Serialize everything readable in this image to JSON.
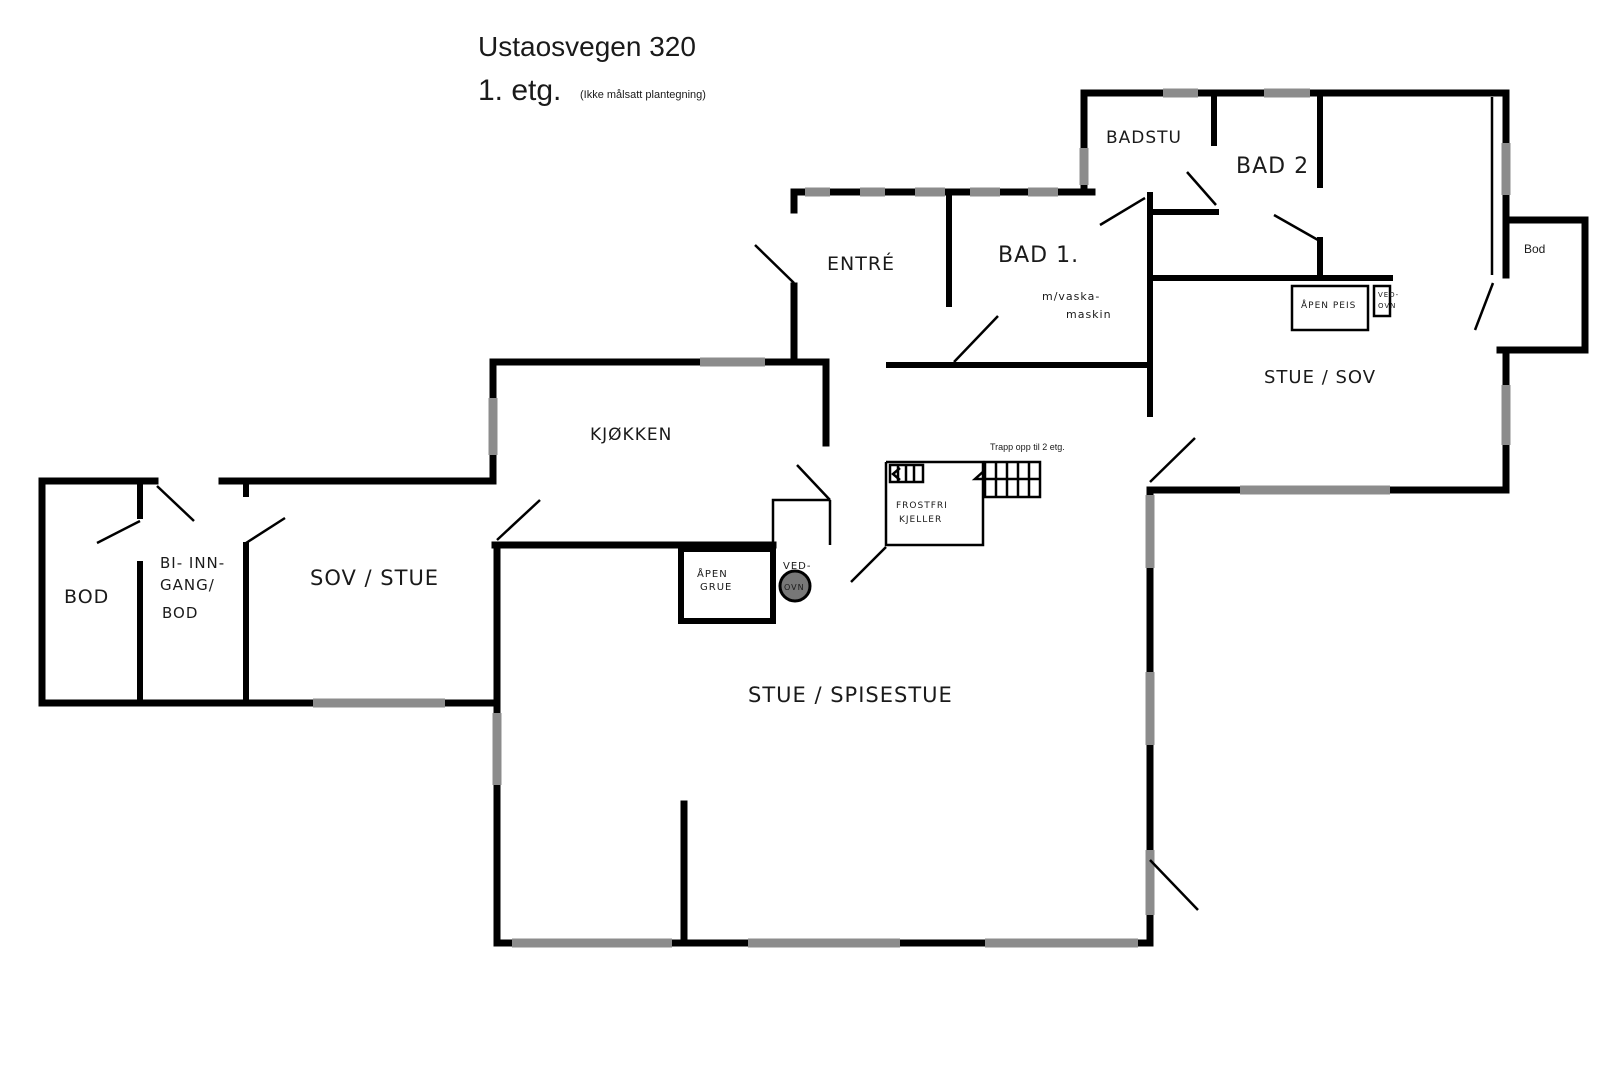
{
  "header": {
    "address": "Ustaosvegen 320",
    "floor": "1. etg.",
    "note": "(Ikke målsatt plantegning)"
  },
  "rooms": {
    "badstu": "BADSTU",
    "bad2": "BAD 2",
    "entre": "ENTRÉ",
    "bad1": "BAD 1.",
    "bad1_sub1": "m/vaska-",
    "bad1_sub2": "maskin",
    "bod_right": "Bod",
    "apen_peis": "ÅPEN PEIS",
    "vedovn_right_1": "VED-",
    "vedovn_right_2": "OVN",
    "stue_sov": "STUE / SOV",
    "kjokken": "KJØKKEN",
    "trapp": "Trapp opp til 2 etg.",
    "frostfri_1": "FROSTFRI",
    "frostfri_2": "KJELLER",
    "bod_left": "BOD",
    "biinngang_1": "BI- INN-",
    "biinngang_2": "GANG/",
    "biinngang_3": "BOD",
    "sov_stue": "SOV / STUE",
    "apen_grue_1": "ÅPEN",
    "apen_grue_2": "GRUE",
    "vedovn_1": "VED-",
    "vedovn_2": "OVN",
    "stue_spisestue": "STUE / SPISESTUE"
  },
  "colors": {
    "wall": "#000000",
    "window": "#8c8c8c",
    "background": "#ffffff"
  }
}
